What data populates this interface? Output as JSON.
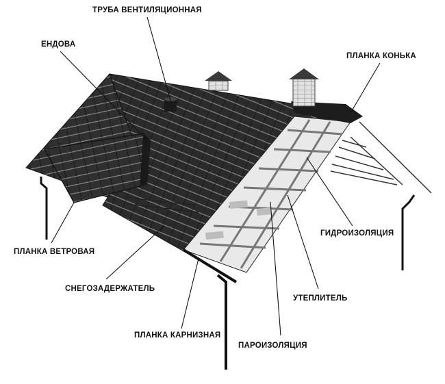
{
  "labels": {
    "vent_pipe": "ТРУБА ВЕНТИЛЯЦИОННАЯ",
    "valley": "ЕНДОВА",
    "ridge_strip": "ПЛАНКА КОНЬКА",
    "waterproofing": "ГИДРОИЗОЛЯЦИЯ",
    "wind_strip": "ПЛАНКА ВЕТРОВАЯ",
    "snow_guard": "СНЕГОЗАДЕРЖАТЕЛЬ",
    "insulation": "УТЕПЛИТЕЛЬ",
    "eaves_strip": "ПЛАНКА КАРНИЗНАЯ",
    "vapor_barrier": "ПАРОИЗОЛЯЦИЯ"
  },
  "colors": {
    "tile": "#2b2b2b",
    "tile_line": "#8a8a8a",
    "insulation": "#e9e9e9",
    "batten": "#f4f4f4",
    "chimney": "#d9d9d9",
    "leader": "#111111"
  }
}
